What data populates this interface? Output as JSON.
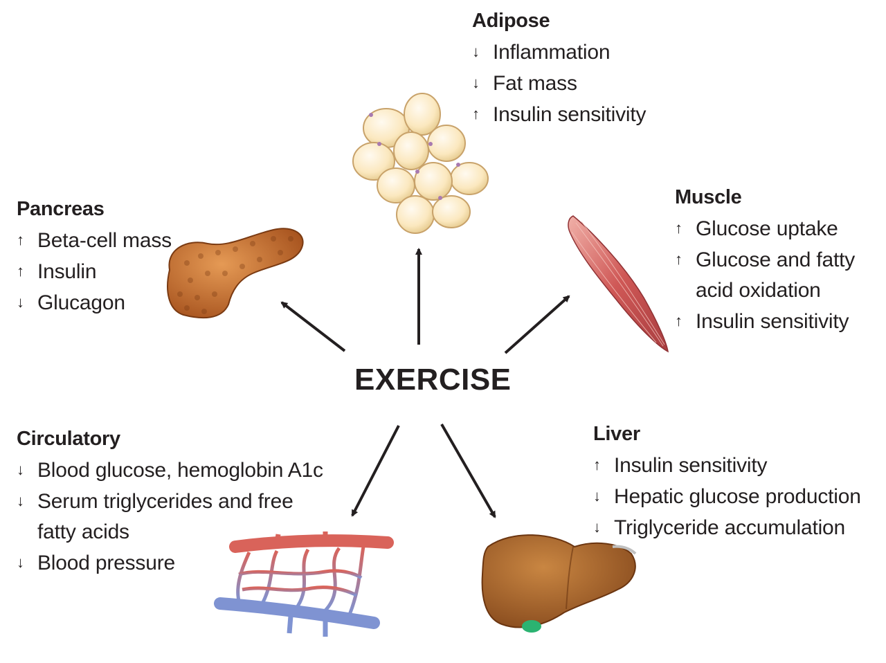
{
  "center_label": "EXERCISE",
  "colors": {
    "text": "#231f20",
    "fat_cell": "#fbe8bf",
    "pancreas": "#c8692b",
    "muscle": "#d05a5a",
    "liver": "#a8642b",
    "gallbladder": "#2bb371",
    "artery": "#d9635a",
    "vein": "#7f93d2"
  },
  "organs": {
    "adipose": {
      "title": "Adipose",
      "effects": [
        {
          "direction": "down",
          "symbol": "↓",
          "text": "Inflammation"
        },
        {
          "direction": "down",
          "symbol": "↓",
          "text": "Fat mass"
        },
        {
          "direction": "up",
          "symbol": "↑",
          "text": "Insulin sensitivity"
        }
      ]
    },
    "pancreas": {
      "title": "Pancreas",
      "effects": [
        {
          "direction": "up",
          "symbol": "↑",
          "text": "Beta-cell mass"
        },
        {
          "direction": "up",
          "symbol": "↑",
          "text": "Insulin"
        },
        {
          "direction": "down",
          "symbol": "↓",
          "text": "Glucagon"
        }
      ]
    },
    "muscle": {
      "title": "Muscle",
      "effects": [
        {
          "direction": "up",
          "symbol": "↑",
          "text": "Glucose uptake"
        },
        {
          "direction": "up",
          "symbol": "↑",
          "text": "Glucose and fatty",
          "continuation": "acid oxidation"
        },
        {
          "direction": "up",
          "symbol": "↑",
          "text": "Insulin sensitivity"
        }
      ]
    },
    "circulatory": {
      "title": "Circulatory",
      "effects": [
        {
          "direction": "down",
          "symbol": "↓",
          "text": "Blood glucose, hemoglobin A1c"
        },
        {
          "direction": "down",
          "symbol": "↓",
          "text": "Serum triglycerides and free",
          "continuation": "fatty acids"
        },
        {
          "direction": "down",
          "symbol": "↓",
          "text": "Blood pressure"
        }
      ]
    },
    "liver": {
      "title": "Liver",
      "effects": [
        {
          "direction": "up",
          "symbol": "↑",
          "text": "Insulin sensitivity"
        },
        {
          "direction": "down",
          "symbol": "↓",
          "text": "Hepatic glucose production"
        },
        {
          "direction": "down",
          "symbol": "↓",
          "text": "Triglyceride accumulation"
        }
      ]
    }
  }
}
